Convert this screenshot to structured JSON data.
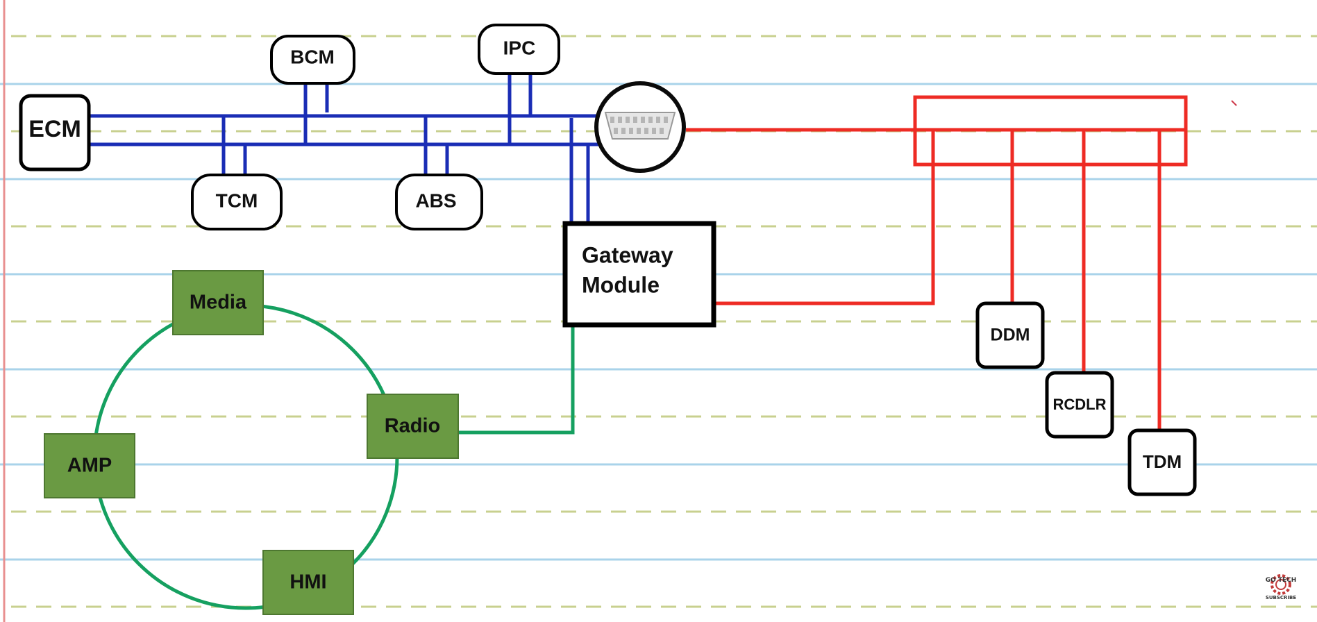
{
  "nodes": {
    "ecm": "ECM",
    "bcm": "BCM",
    "ipc": "IPC",
    "tcm": "TCM",
    "abs": "ABS",
    "gateway_line1": "Gateway",
    "gateway_line2": "Module",
    "media": "Media",
    "radio": "Radio",
    "amp": "AMP",
    "hmi": "HMI",
    "ddm": "DDM",
    "rcdlr": "RCDLR",
    "tdm": "TDM"
  },
  "connector_icon": "obd-connector-icon",
  "watermark": {
    "brand": "GO TECH",
    "cta": "SUBSCRIBE"
  },
  "colors": {
    "bus_blue": "#1a2db5",
    "bus_red": "#ee2b24",
    "ring_green": "#15a060",
    "module_green": "#6a9a43",
    "paper_blue_line": "#a9d3ea",
    "paper_dash_line": "#c8d08f",
    "margin_red": "#e89090"
  }
}
